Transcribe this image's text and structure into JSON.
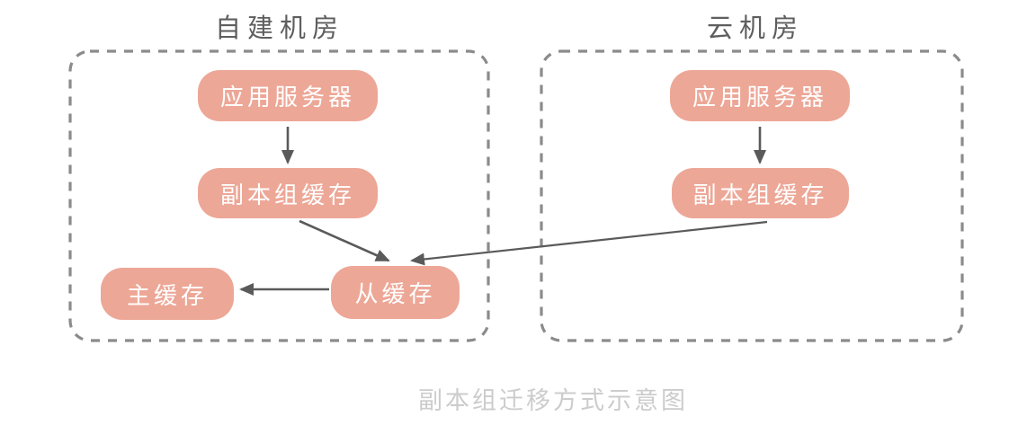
{
  "caption": "副本组迁移方式示意图",
  "zones": [
    {
      "id": "self-built-dc",
      "title": "自建机房",
      "nodes": [
        {
          "id": "self-app-server",
          "label": "应用服务器"
        },
        {
          "id": "self-replica-cache",
          "label": "副本组缓存"
        },
        {
          "id": "self-master-cache",
          "label": "主缓存"
        },
        {
          "id": "self-slave-cache",
          "label": "从缓存"
        }
      ]
    },
    {
      "id": "cloud-dc",
      "title": "云机房",
      "nodes": [
        {
          "id": "cloud-app-server",
          "label": "应用服务器"
        },
        {
          "id": "cloud-replica-cache",
          "label": "副本组缓存"
        }
      ]
    }
  ],
  "edges": [
    {
      "from": "self-app-server",
      "to": "self-replica-cache"
    },
    {
      "from": "cloud-app-server",
      "to": "cloud-replica-cache"
    },
    {
      "from": "self-replica-cache",
      "to": "self-slave-cache"
    },
    {
      "from": "cloud-replica-cache",
      "to": "self-slave-cache"
    },
    {
      "from": "self-slave-cache",
      "to": "self-master-cache"
    }
  ],
  "colors": {
    "node_fill": "#EDA797",
    "node_text": "#FFFFFF",
    "zone_border": "#8B8B8B",
    "arrow": "#5A5A5A",
    "title_text": "#5E5E5E",
    "caption_text": "#CCCCCC"
  }
}
